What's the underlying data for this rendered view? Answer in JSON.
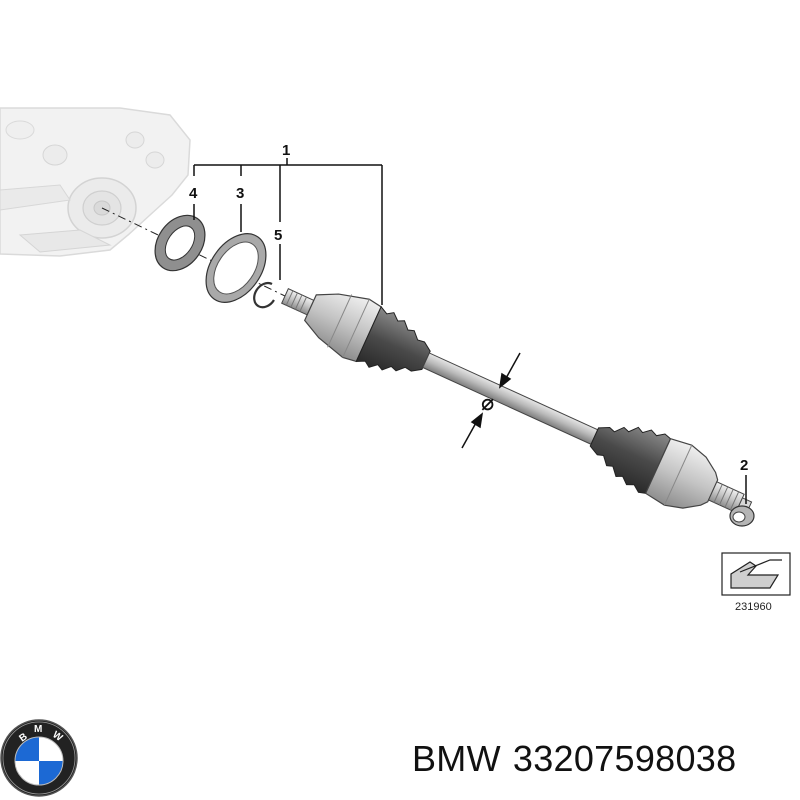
{
  "diagram": {
    "callouts": {
      "c1": "1",
      "c2": "2",
      "c3": "3",
      "c4": "4",
      "c5": "5"
    },
    "diameter_symbol": "⌀",
    "reference_number": "231960"
  },
  "footer": {
    "brand": "BMW",
    "part_number": "33207598038"
  },
  "logo": {
    "letters": "BMW",
    "colors": {
      "blue": "#1c69d4",
      "white": "#ffffff",
      "ring": "#111111"
    }
  }
}
